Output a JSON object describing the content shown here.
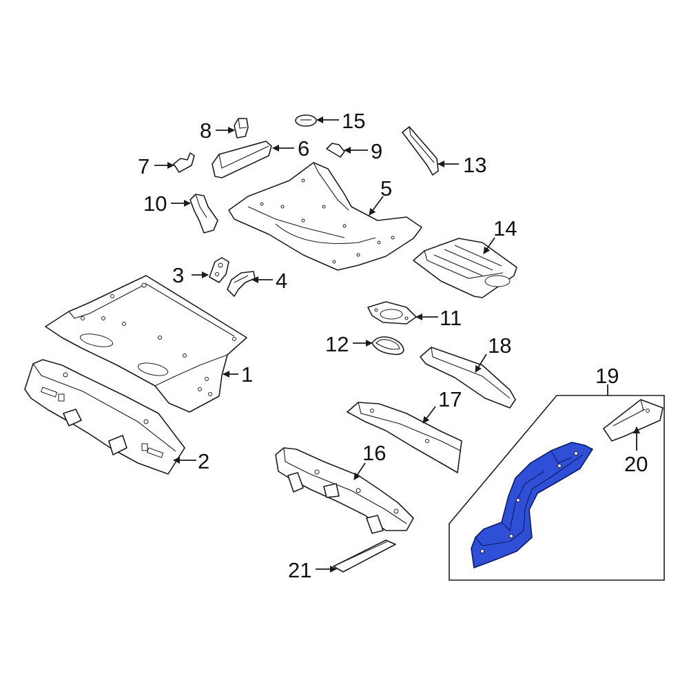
{
  "diagram": {
    "highlight_color": "#2f50d6",
    "line_color": "#1a1a1a",
    "callouts": {
      "c1": "1",
      "c2": "2",
      "c3": "3",
      "c4": "4",
      "c5": "5",
      "c6": "6",
      "c7": "7",
      "c8": "8",
      "c9": "9",
      "c10": "10",
      "c11": "11",
      "c12": "12",
      "c13": "13",
      "c14": "14",
      "c15": "15",
      "c16": "16",
      "c17": "17",
      "c18": "18",
      "c19": "19",
      "c20": "20",
      "c21": "21"
    }
  }
}
